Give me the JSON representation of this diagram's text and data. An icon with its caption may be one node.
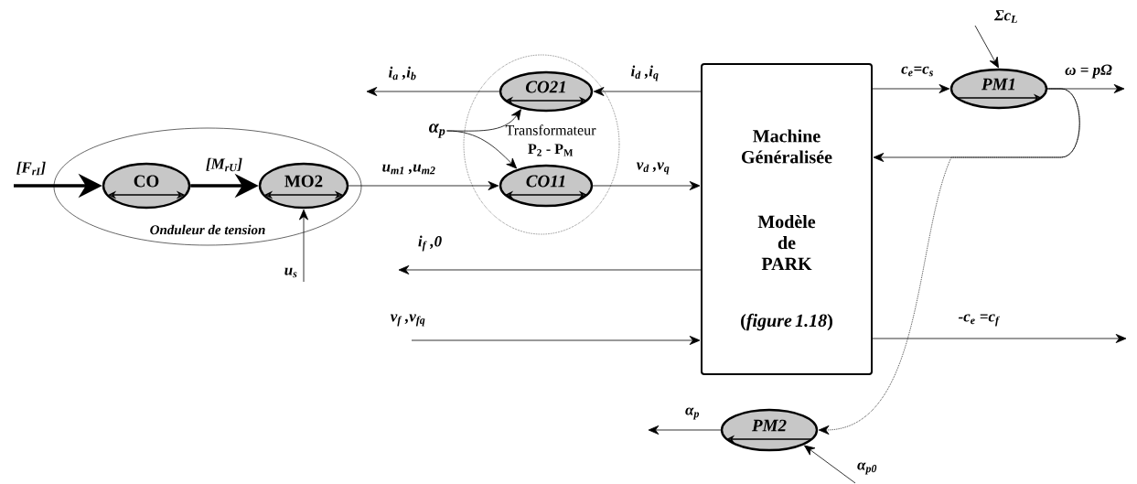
{
  "diagram": {
    "nodes": [
      {
        "text": [
          "Onduleur de tension"
        ]
      },
      {
        "text": [
          "CO"
        ],
        "in": 0
      },
      {
        "text": [
          "MO2"
        ],
        "in": 0
      },
      {
        "text": [
          "Transformateur",
          "P$_{2}$ - P$_{M}$"
        ]
      },
      {
        "text": [
          "CO21"
        ],
        "in": 3
      },
      {
        "text": [
          "CO11"
        ],
        "in": 3
      },
      {
        "text": [
          "Machine Généralisée",
          "Modèle de PARK",
          "(*figure 1.18*)"
        ]
      },
      {
        "text": [
          "PM1"
        ]
      },
      {
        "text": [
          "PM2"
        ]
      },
      {
        "text": [
          "α$_{p}$"
        ]
      }
    ],
    "edges": [
      {
        "from": null,
        "to": 1,
        "arrow": "to",
        "label": "[F$_{rI}$]",
        "style": "thick"
      },
      {
        "from": 1,
        "to": 2,
        "arrow": "to",
        "label": "[M$_{rU}$]",
        "style": "thick"
      },
      {
        "from": null,
        "to": 2,
        "arrow": "to",
        "label": "u$_{s}$"
      },
      {
        "from": 2,
        "to": 5,
        "arrow": "to",
        "label": "u$_{m1}$ ,u$_{m2}$"
      },
      {
        "from": 9,
        "to": 4,
        "arrow": "to"
      },
      {
        "from": 9,
        "to": 5,
        "arrow": "to"
      },
      {
        "from": 6,
        "to": 4,
        "arrow": "to",
        "label": "i$_{d}$ ,i$_{q}$"
      },
      {
        "from": 4,
        "to": null,
        "arrow": "to",
        "label": "i$_{a}$ ,i$_{b}$"
      },
      {
        "from": 5,
        "to": 6,
        "arrow": "to",
        "label": "v$_{d}$ ,v$_{q}$"
      },
      {
        "from": 6,
        "to": null,
        "arrow": "to",
        "label": "i$_{f}$ ,0"
      },
      {
        "from": null,
        "to": 6,
        "arrow": "to",
        "label": "v$_{f}$ ,v$_{fq}$"
      },
      {
        "from": 6,
        "to": 7,
        "arrow": "to",
        "label": "c$_{e}$=c$_{s}$"
      },
      {
        "from": 7,
        "to": null,
        "arrow": "to",
        "label": "ω = pΩ"
      },
      {
        "from": null,
        "to": 7,
        "arrow": "to",
        "label": "Σc$_{L}$"
      },
      {
        "from": 7,
        "to": 6,
        "arrow": "to"
      },
      {
        "from": 6,
        "to": null,
        "arrow": "to",
        "label": "-c$_{e}$ =c$_{f}$"
      },
      {
        "from": 7,
        "to": 8,
        "arrow": "to",
        "style": "dashed"
      },
      {
        "from": 8,
        "to": null,
        "arrow": "to",
        "label": "α$_{p}$"
      },
      {
        "from": null,
        "to": 8,
        "arrow": "to",
        "label": "α$_{p0}$"
      }
    ]
  }
}
